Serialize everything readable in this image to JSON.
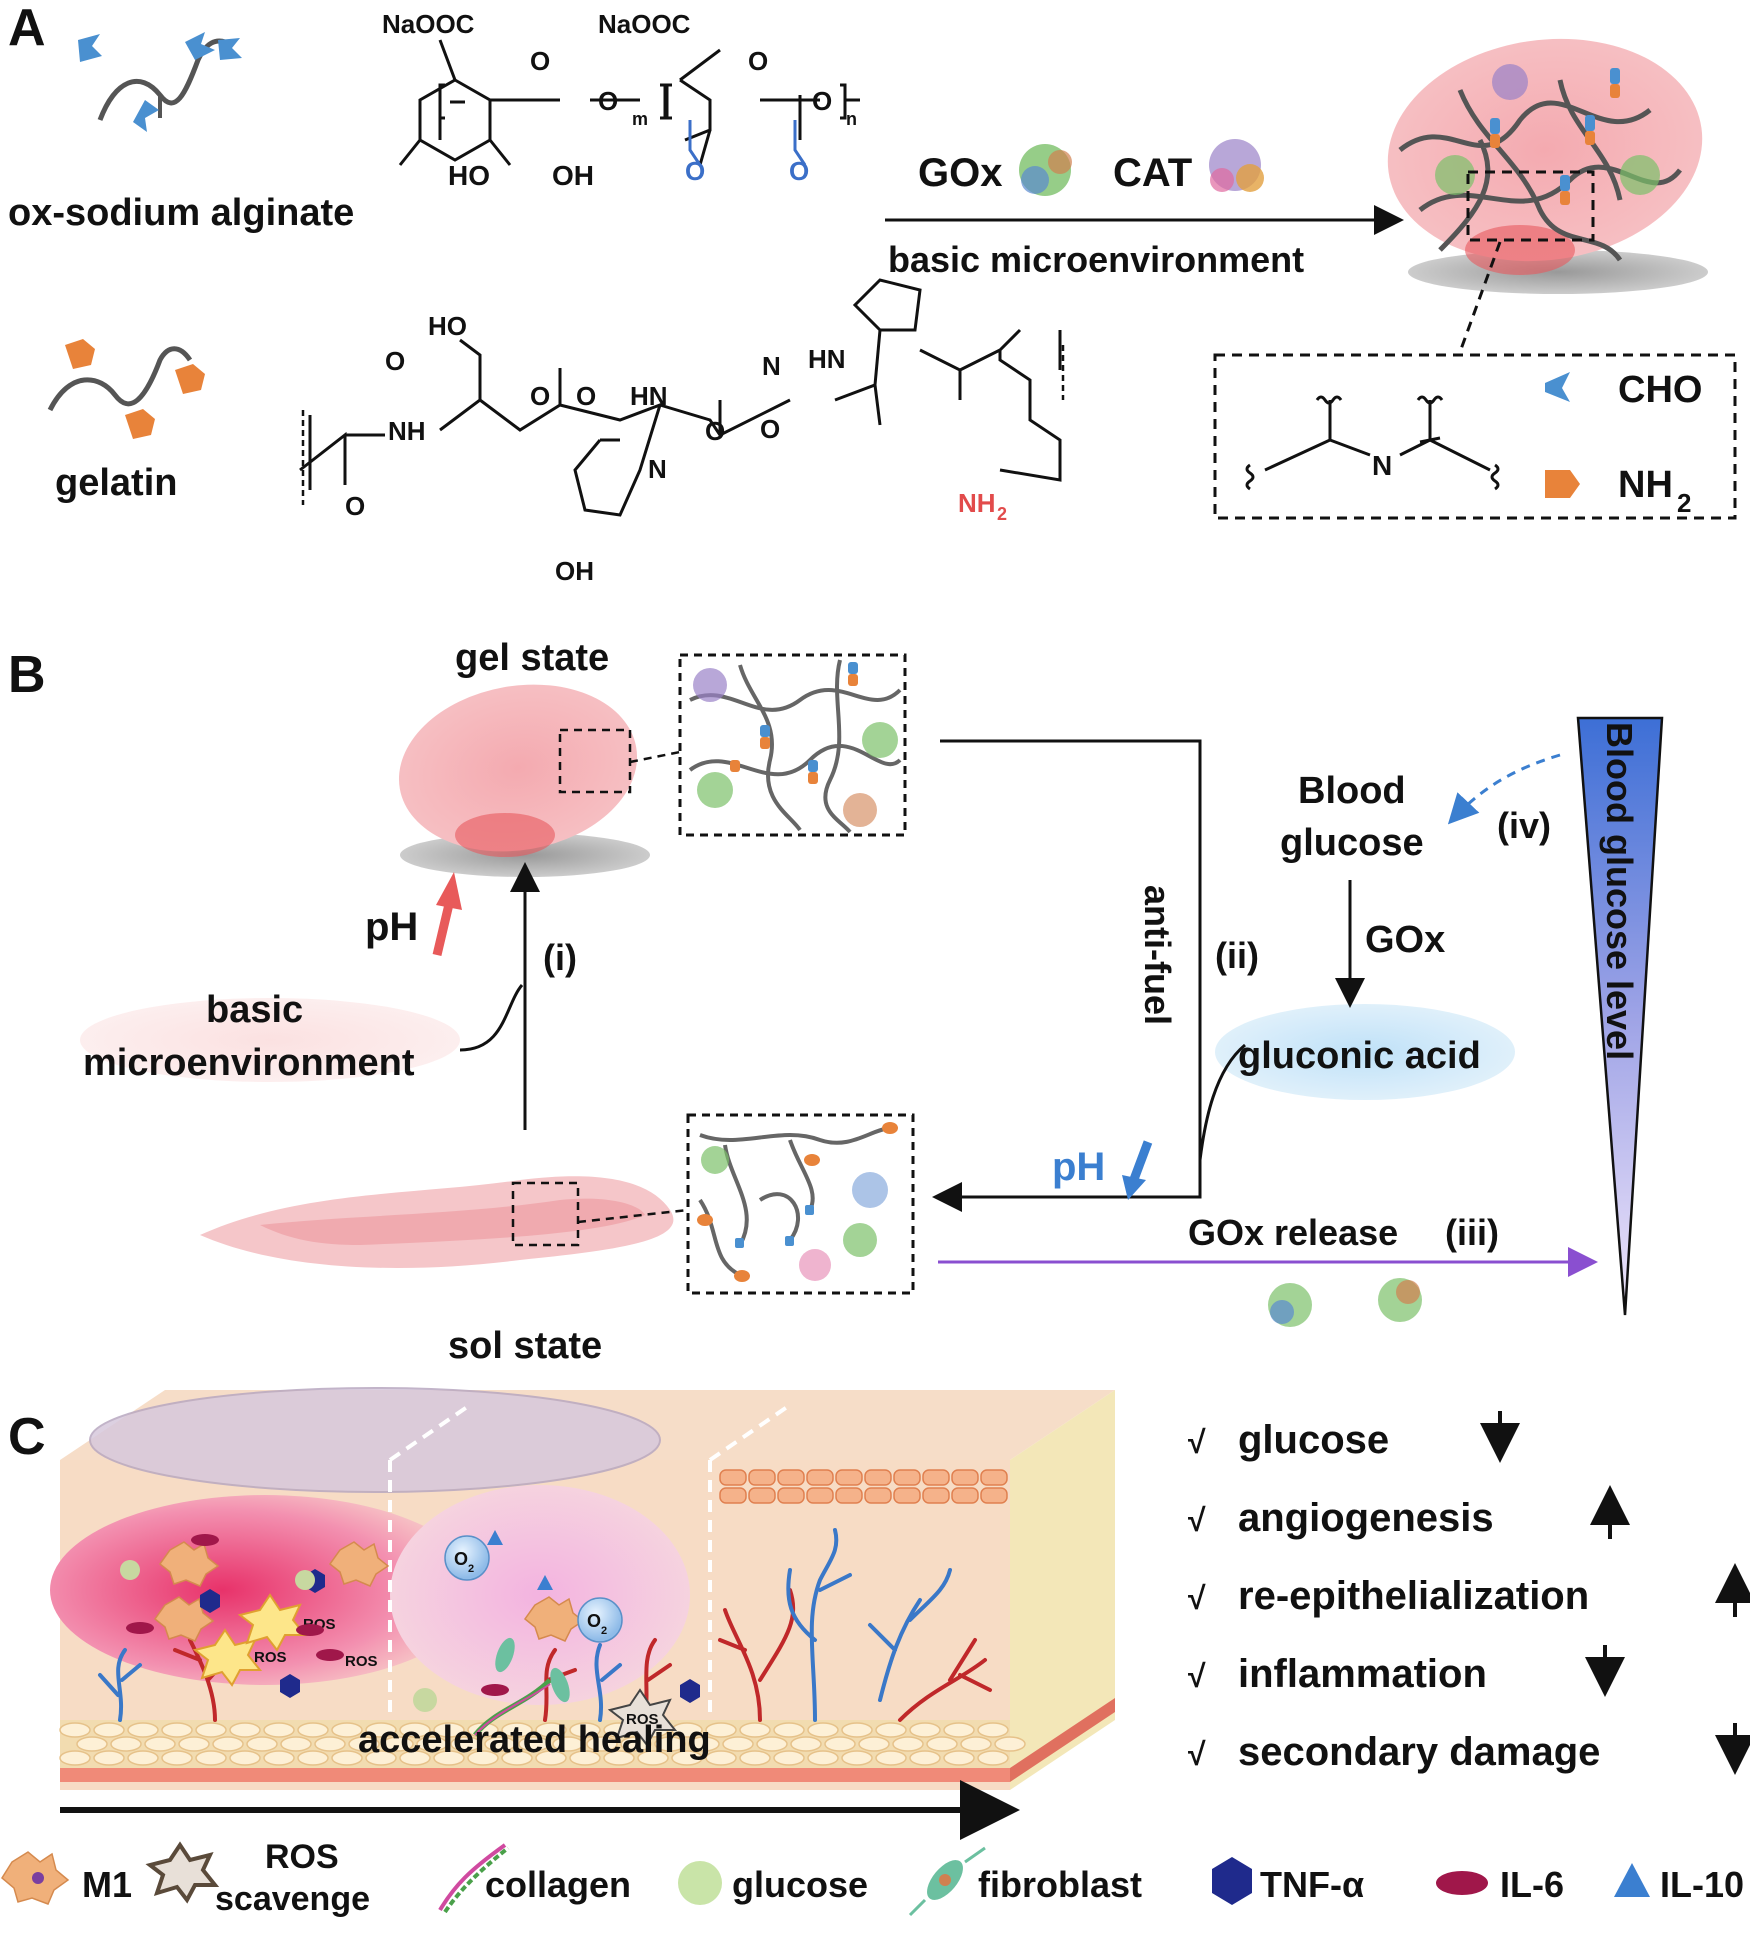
{
  "panel_a": {
    "letter": "A",
    "alginate_label": "ox-sodium alginate",
    "gelatin_label": "gelatin",
    "alg_naooc_1": "NaOOC",
    "alg_naooc_2": "NaOOC",
    "alg_o_ring1": "O",
    "alg_o_ring2": "O",
    "alg_o_link1": "O",
    "alg_o_link2": "O",
    "alg_m": "m",
    "alg_n": "n",
    "alg_ho": "HO",
    "alg_oh": "OH",
    "alg_ald_o1": "O",
    "alg_ald_o2": "O",
    "gel_ho": "HO",
    "gel_nh1": "NH",
    "gel_hn": "HN",
    "gel_n1": "N",
    "gel_n2": "N",
    "gel_hn2": "HN",
    "gel_oh": "OH",
    "gel_nh2": "NH",
    "gel_nh2_sub": "2",
    "gel_o1": "O",
    "gel_o2": "O",
    "gel_o3": "O",
    "gel_o4": "O",
    "gel_o5": "O",
    "gel_o6": "O",
    "reagent_gox": "GOx",
    "reagent_cat": "CAT",
    "condition": "basic microenvironment",
    "imine_n": "N",
    "legend_cho": "CHO",
    "legend_nh2": "NH",
    "legend_nh2_sub": "2"
  },
  "panel_b": {
    "letter": "B",
    "gel_state": "gel state",
    "sol_state": "sol state",
    "ph_up": "pH",
    "ph_down": "pH",
    "step_i": "(i)",
    "step_ii": "(ii)",
    "step_iii": "(iii)",
    "step_iv": "(iv)",
    "basic_line1": "basic",
    "basic_line2": "microenvironment",
    "anti_fuel": "anti-fuel",
    "blood_line1": "Blood",
    "blood_line2": "glucose",
    "gox_arrow": "GOx",
    "gluconic": "gluconic acid",
    "gox_release": "GOx release",
    "gradient_label": "Blood glucose level"
  },
  "panel_c": {
    "letter": "C",
    "ros1": "ROS",
    "ros2": "ROS",
    "ros3": "ROS",
    "ros4": "ROS",
    "o2_a": "O",
    "o2_b": "O",
    "o2_sub": "2",
    "healing": "accelerated healing",
    "checkmark": "√",
    "benefits": [
      "glucose",
      "angiogenesis",
      "re-epithelialization",
      "inflammation",
      "secondary damage"
    ],
    "benefit_dirs": [
      "down",
      "up",
      "up",
      "down",
      "down"
    ]
  },
  "legend": {
    "m1": "M1",
    "ros_line1": "ROS",
    "ros_line2": "scavenge",
    "collagen": "collagen",
    "glucose": "glucose",
    "fibroblast": "fibroblast",
    "tnf": "TNF-α",
    "il6": "IL-6",
    "il10": "IL-10"
  },
  "colors": {
    "cho_blue": "#4a90d0",
    "nh2_orange": "#e8833a",
    "gel_pink": "#f1a3a8",
    "red_arrow": "#e85a5a",
    "blue_arrow": "#3b7fd0",
    "purple_arrow": "#8a4fd0",
    "amine_red": "#e24b4b",
    "tnf_navy": "#1f2a8c",
    "il6_maroon": "#a0174a",
    "vessel_red": "#c0282a",
    "vessel_blue": "#3a78c8"
  }
}
